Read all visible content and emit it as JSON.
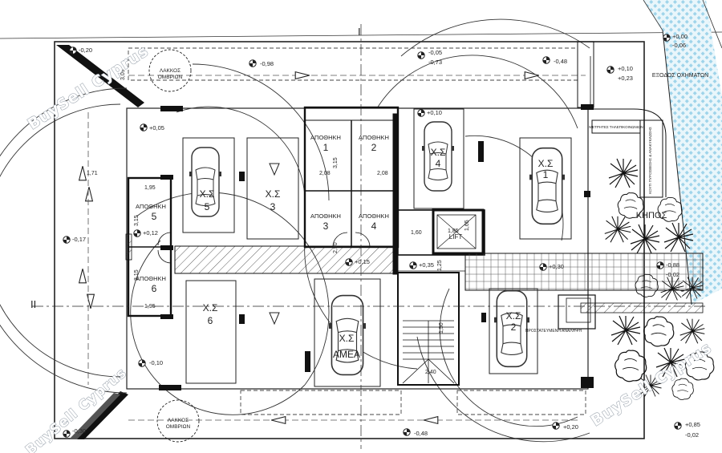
{
  "watermark": "BuySell Cyprus",
  "axis_labels": {
    "top": "I",
    "left": "II"
  },
  "rooms": {
    "storage_1": {
      "label": "ΑΠΟΘΗΚΗ",
      "num": "1"
    },
    "storage_2": {
      "label": "ΑΠΟΘΗΚΗ",
      "num": "2"
    },
    "storage_3": {
      "label": "ΑΠΟΘΗΚΗ",
      "num": "3"
    },
    "storage_4": {
      "label": "ΑΠΟΘΗΚΗ",
      "num": "4"
    },
    "storage_5": {
      "label": "ΑΠΟΘΗΚΗ",
      "num": "5"
    },
    "storage_6": {
      "label": "ΑΠΟΘΗΚΗ",
      "num": "6"
    },
    "lift": "LIFT",
    "meters": "ΜΕΤΡΗΤΕΣ ΤΗΛΕΠΙΚΟΙΝΩΝΙΩΝ",
    "fire": "ΚΟΥΤΙ ΠΥΡΟΣΒΕΣΗΣ & ΑΝΑΚΥΚΛΩΣΗΣ",
    "garden": "ΚΗΠΟΣ",
    "exit": "ΕΞΟΔΟΣ ΟΧΗΜΑΤΩΝ",
    "protected": "ΠΡΟΣΤΑΤΕΥΜΕΝΗ ΑΝΑΛΗΨΗ",
    "well_top": [
      "ΛΑΚΚΟΣ",
      "ΟΜΒΡΙΩΝ"
    ],
    "well_bottom": [
      "ΛΑΚΚΟΣ",
      "ΟΜΒΡΙΩΝ"
    ]
  },
  "parking": [
    {
      "code": "Χ.Σ",
      "num": "5"
    },
    {
      "code": "Χ.Σ",
      "num": "3"
    },
    {
      "code": "Χ.Σ",
      "num": "4"
    },
    {
      "code": "Χ.Σ",
      "num": "1"
    },
    {
      "code": "Χ.Σ",
      "num": "6"
    },
    {
      "code": "Χ.Σ",
      "num": "ΑΜΕΑ"
    },
    {
      "code": "Χ.Σ",
      "num": "2"
    }
  ],
  "levels": {
    "l01": "-0,20",
    "l02": "-0,98",
    "l03": "-0,05",
    "l04": "-0,73",
    "l05": "-0,48",
    "l06": "+0,10",
    "l07": "+0,23",
    "l08": "+0,00",
    "l09": "-0,06",
    "l10": "+0,05",
    "l11": "+0,10",
    "l12": "-0,17",
    "l13": "+0,12",
    "l14": "+0,15",
    "l15": "+0,35",
    "l16": "+0,30",
    "l17": "-0,88",
    "l18": "-0,02",
    "l19": "-0,10",
    "l20": "-0,48",
    "l21": "+0,20",
    "l22": "+0,85",
    "l23": "-0,02",
    "l24": "-0,30"
  },
  "dims": {
    "d01": "3,09",
    "d02": "3,15",
    "d03": "2,08",
    "d04": "2,08",
    "d05": "1,95",
    "d06": "3,15",
    "d07": "1,95",
    "d08": "3,15",
    "d09": "1,60",
    "d10": "1,85",
    "d11": "1,65",
    "d12": "1,25",
    "d13": "2,50",
    "d14": "1,50",
    "d15": "2,40",
    "d16": "1,71"
  }
}
